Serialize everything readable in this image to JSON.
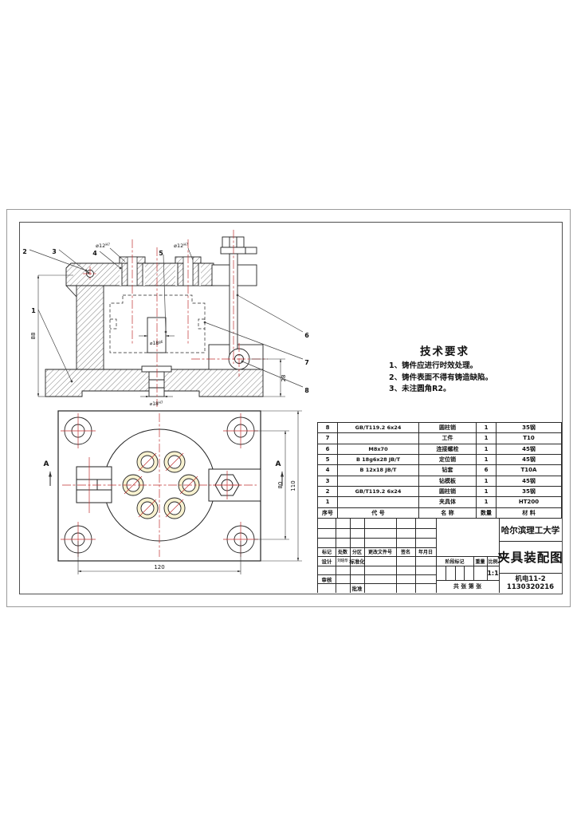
{
  "tech_requirements": {
    "title": "技术要求",
    "items": [
      "1、铸件应进行时效处理。",
      "2、铸件表面不得有铸造缺陷。",
      "3、未注圆角R2。"
    ]
  },
  "front_view": {
    "balloons": [
      "1",
      "2",
      "3",
      "4",
      "5",
      "6",
      "7",
      "8"
    ],
    "dim_height": "88",
    "dim_boss": "28",
    "bush_dia": "⌀12",
    "bush_fit": "H7",
    "pin_dia": "⌀18",
    "pin_fit": "g6",
    "shaft_dia": "⌀18",
    "shaft_fit": "H7"
  },
  "plan_view": {
    "section_label": "A",
    "dim_width": "120",
    "dim_vspacing": "80",
    "dim_height": "110"
  },
  "parts_table": {
    "headers": {
      "no": "序号",
      "code": "代  号",
      "name": "名  称",
      "qty": "数量",
      "material": "材  料"
    },
    "rows": [
      {
        "no": "8",
        "code": "GB/T119.2 6x24",
        "name": "圆柱销",
        "qty": "1",
        "material": "35钢"
      },
      {
        "no": "7",
        "code": "",
        "name": "工件",
        "qty": "1",
        "material": "T10"
      },
      {
        "no": "6",
        "code": "M8x70",
        "name": "连接螺栓",
        "qty": "1",
        "material": "45钢"
      },
      {
        "no": "5",
        "code": "B 18g6x28 JB/T",
        "name": "定位销",
        "qty": "1",
        "material": "45钢"
      },
      {
        "no": "4",
        "code": "B 12x18 JB/T",
        "name": "钻套",
        "qty": "6",
        "material": "T10A"
      },
      {
        "no": "3",
        "code": "",
        "name": "钻模板",
        "qty": "1",
        "material": "45钢"
      },
      {
        "no": "2",
        "code": "GB/T119.2 6x24",
        "name": "圆柱销",
        "qty": "1",
        "material": "35钢"
      },
      {
        "no": "1",
        "code": "",
        "name": "夹具体",
        "qty": "1",
        "material": "HT200"
      }
    ]
  },
  "title_block": {
    "rev_header": [
      "标记",
      "处数",
      "分区",
      "更改文件号",
      "签名",
      "年月日"
    ],
    "design_label": "设计",
    "design_name": "刘培华",
    "std_label": "标准化",
    "audit_label": "审核",
    "approve_label": "批准",
    "stage_label": "阶段标记",
    "weight_label": "重量",
    "scale_label": "比例",
    "scale_value": "1:1",
    "sheets_label": "共  张  第  张",
    "school": "哈尔滨理工大学",
    "drawing_title": "夹具装配图",
    "class_line1": "机电11-2",
    "class_line2": "1130320216"
  }
}
